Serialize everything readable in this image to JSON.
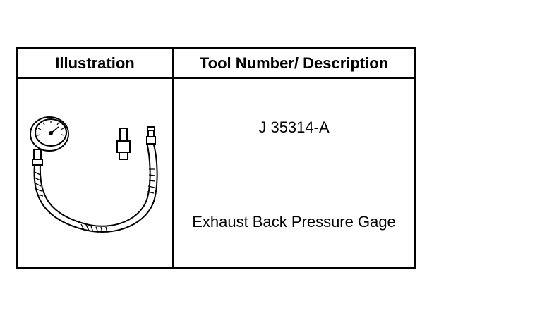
{
  "table": {
    "header_illustration": "Illustration",
    "header_description": "Tool Number/ Description",
    "rows": [
      {
        "tool_number": "J 35314-A",
        "description": "Exhaust Back Pressure Gage",
        "illustration": "pressure-gauge-with-hose-and-adapter"
      }
    ]
  }
}
